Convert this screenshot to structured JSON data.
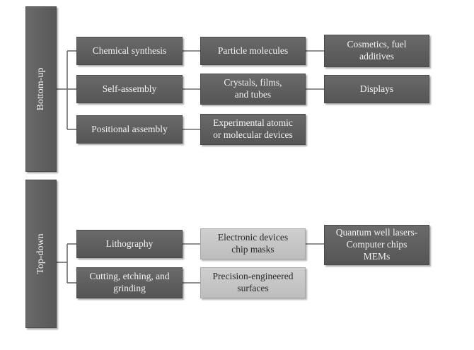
{
  "groups": [
    {
      "label": "Bottom-up",
      "rows": [
        {
          "step1": "Chemical synthesis",
          "step2": "Particle molecules",
          "step3": "Cosmetics, fuel\nadditives"
        },
        {
          "step1": "Self-assembly",
          "step2": "Crystals, films,\nand tubes",
          "step3": "Displays"
        },
        {
          "step1": "Positional assembly",
          "step2": "Experimental atomic\nor molecular devices"
        }
      ]
    },
    {
      "label": "Top-down",
      "rows": [
        {
          "step1": "Lithography",
          "step2": "Electronic devices\nchip masks",
          "step3": "Quantum well lasers-\nComputer chips\nMEMs"
        },
        {
          "step1": "Cutting, etching, and\ngrinding",
          "step2": "Precision-engineered\nsurfaces"
        }
      ]
    }
  ],
  "colors": {
    "dark_box": "#5f5f5f",
    "light_box": "#c6c6c6",
    "connector": "#6b6b6b"
  }
}
